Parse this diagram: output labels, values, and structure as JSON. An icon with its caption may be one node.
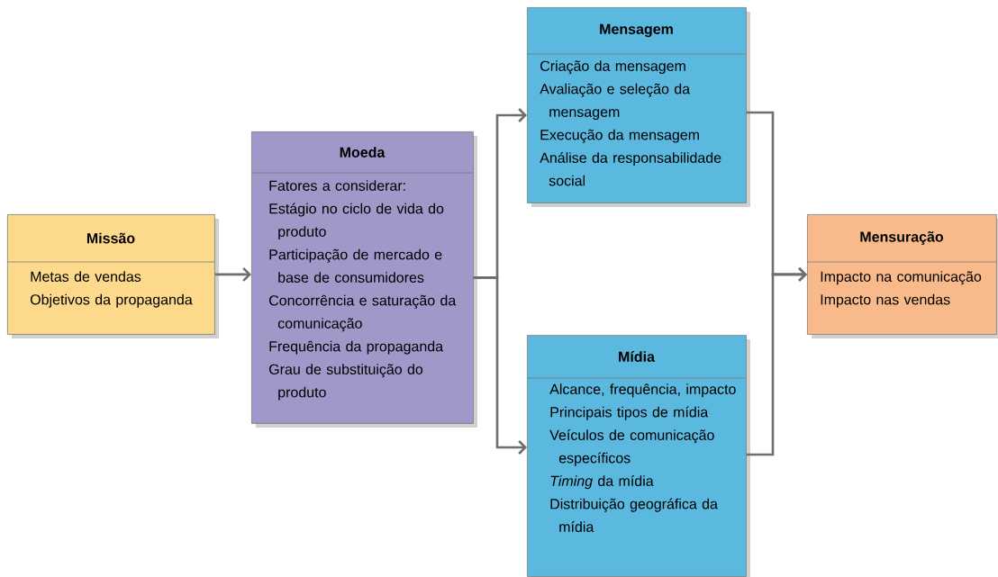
{
  "diagram": {
    "nodes": [
      {
        "text": [
          "Missão",
          "Metas de vendas",
          "Objetivos da propaganda"
        ]
      },
      {
        "text": [
          "Moeda",
          "Fatores a considerar:",
          "Estágio no ciclo de vida do produto",
          "Participação de mercado e base de consumidores",
          "Concorrência e saturação da comunicação",
          "Frequência da propaganda",
          "Grau de substituição do produto"
        ]
      },
      {
        "text": [
          "Mensagem",
          "Criação da mensagem",
          "Avaliação e seleção da mensagem",
          "Execução da mensagem",
          "Análise da responsabilidade social"
        ]
      },
      {
        "text": [
          "Mídia",
          "Alcance, frequência, impacto",
          "Principais tipos de mídia",
          "Veículos de comunicação específicos",
          "*Timing* da mídia",
          "Distribuição geográfica da mídia"
        ]
      },
      {
        "text": [
          "Mensuração",
          "Impacto na comunicação",
          "Impacto nas vendas"
        ]
      }
    ],
    "edges": [
      {
        "from": 0,
        "to": 1,
        "arrow": "to"
      },
      {
        "from": 1,
        "to": 2,
        "arrow": "to"
      },
      {
        "from": 1,
        "to": 3,
        "arrow": "to"
      },
      {
        "from": 2,
        "to": 4,
        "arrow": "to"
      },
      {
        "from": 3,
        "to": 4,
        "arrow": "to"
      }
    ]
  }
}
